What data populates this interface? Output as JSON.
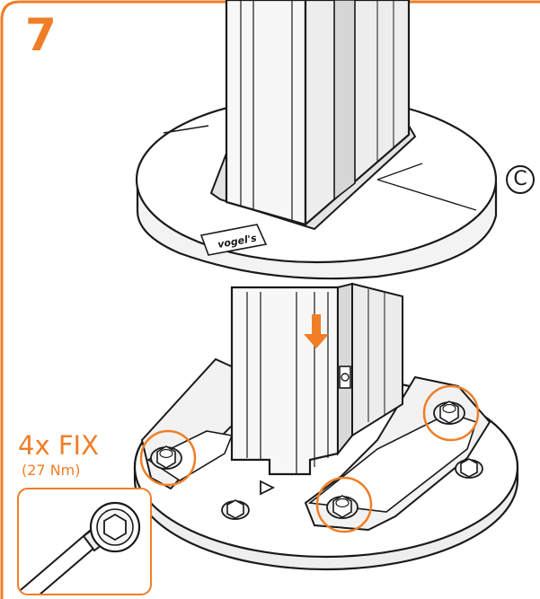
{
  "step": {
    "number": "7"
  },
  "part_marker": {
    "letter": "C"
  },
  "fix_instruction": {
    "label": "4x FIX",
    "torque": "(27 Nm)"
  },
  "brand": {
    "logo_text": "vogel's"
  },
  "colors": {
    "accent": "#F07E26",
    "line": "#1a1a1a",
    "fill": "#ffffff",
    "shade": "#d9d9d9"
  },
  "icons": [
    "down-arrow-icon",
    "triangle-marker-icon",
    "hex-socket-wrench-icon"
  ]
}
